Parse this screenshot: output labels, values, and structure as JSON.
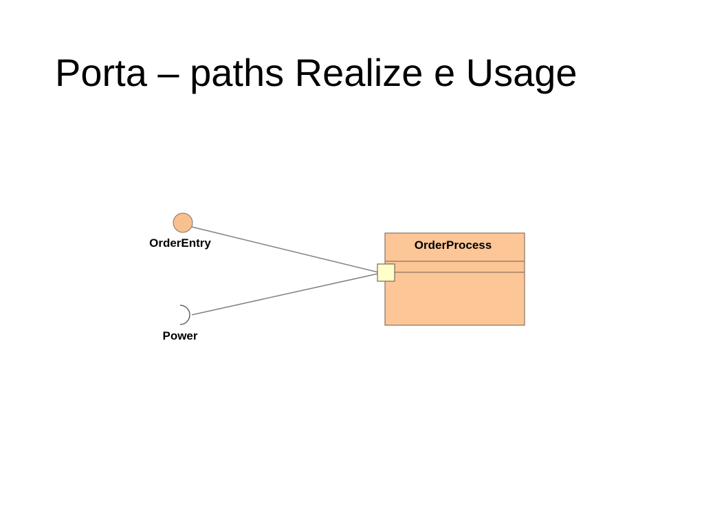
{
  "slide": {
    "title": "Porta – paths Realize e Usage"
  },
  "diagram": {
    "component": {
      "name": "OrderProcess"
    },
    "provided_interface": {
      "name": "OrderEntry",
      "icon": "lollipop-interface-icon"
    },
    "required_interface": {
      "name": "Power",
      "icon": "socket-interface-icon"
    },
    "port": {
      "icon": "port-square-icon"
    },
    "colors": {
      "component_fill": "#FDC697",
      "component_stroke": "#8A7060",
      "interface_fill": "#F8BF90",
      "port_fill": "#FFFFCC",
      "connector": "#808080"
    }
  }
}
